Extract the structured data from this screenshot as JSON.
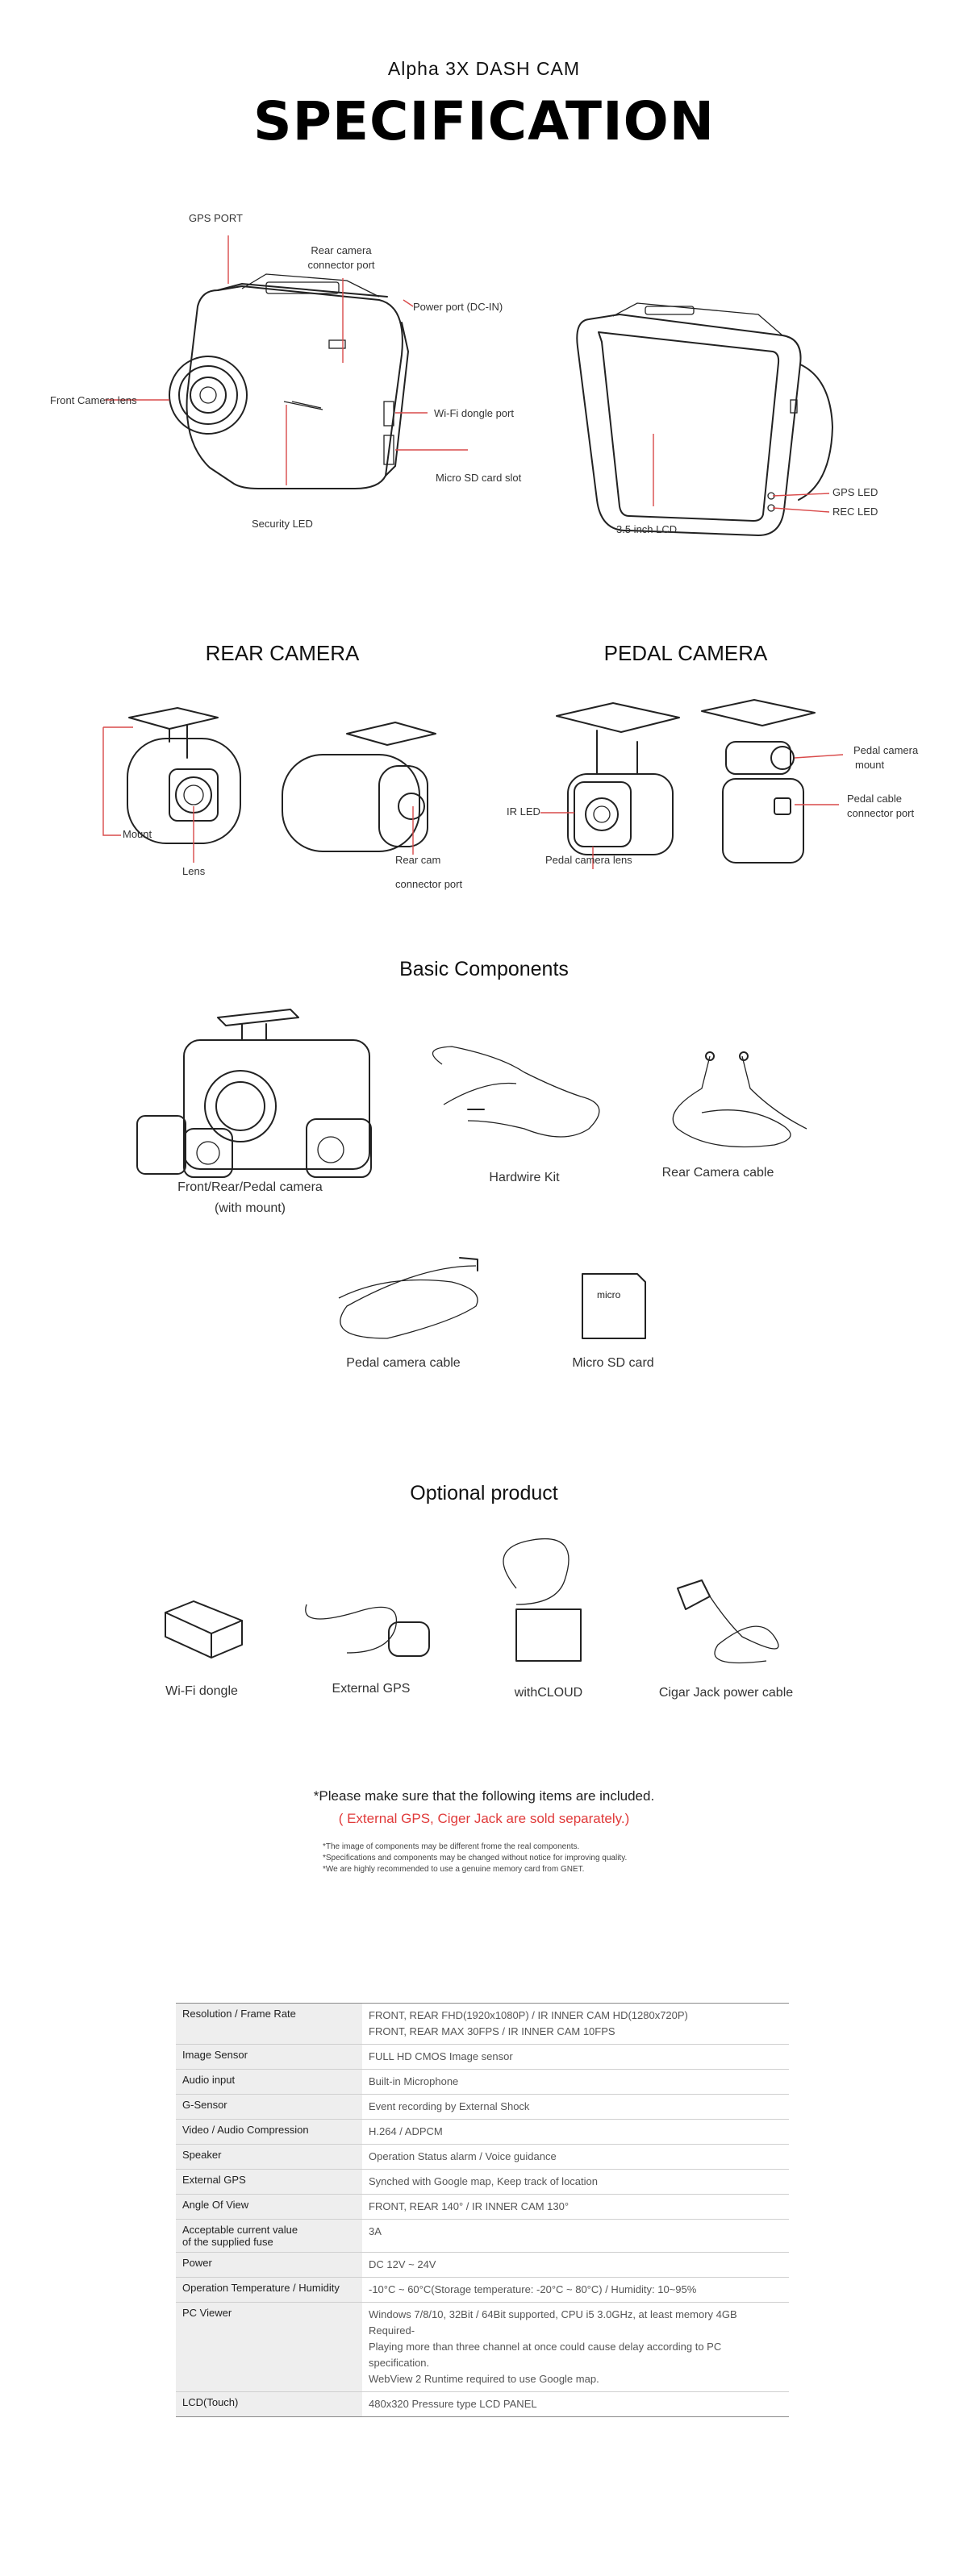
{
  "header": {
    "subtitle": "Alpha 3X DASH CAM",
    "title": "SPECIFICATION"
  },
  "main_unit": {
    "callouts": {
      "gps_port": "GPS PORT",
      "rear_connector_1": "Rear camera",
      "rear_connector_2": "connector port",
      "power_port": "Power port (DC-IN)",
      "front_lens": "Front Camera lens",
      "wifi_port": "Wi-Fi dongle port",
      "sd_slot": "Micro SD card slot",
      "security_led": "Security LED",
      "gps_led": "GPS LED",
      "rec_led": "REC LED",
      "lcd": "3.5 inch LCD"
    }
  },
  "rear_camera": {
    "title": "REAR CAMERA",
    "callouts": {
      "mount": "Mount",
      "lens": "Lens",
      "connector_1": "Rear cam",
      "connector_2": "connector port"
    }
  },
  "pedal_camera": {
    "title": "PEDAL CAMERA",
    "callouts": {
      "ir_led": "IR LED",
      "lens": "Pedal camera lens",
      "mount_1": "Pedal camera",
      "mount_2": "mount",
      "cable_1": "Pedal cable",
      "cable_2": "connector port"
    }
  },
  "basic": {
    "title": "Basic Components",
    "items": {
      "cameras_1": "Front/Rear/Pedal camera",
      "cameras_2": "(with mount)",
      "hardwire": "Hardwire Kit",
      "rear_cable": "Rear Camera cable",
      "pedal_cable": "Pedal camera cable",
      "sd_card": "Micro SD card"
    }
  },
  "optional": {
    "title": "Optional product",
    "items": {
      "wifi": "Wi-Fi dongle",
      "gps": "External GPS",
      "cloud": "withCLOUD",
      "cigar": "Cigar Jack power cable"
    }
  },
  "notice": {
    "main": "*Please make sure that the following items are included.",
    "red": "( External GPS, Ciger Jack are sold separately.)",
    "notes": [
      "*The image of components may be different frome the real components.",
      "*Specifications and components may be changed without notice for improving quality.",
      "*We are highly recommended to use a genuine memory card from GNET."
    ]
  },
  "spec_table": {
    "rows": [
      {
        "key": "Resolution / Frame Rate",
        "lines": [
          "FRONT, REAR FHD(1920x1080P) / IR INNER CAM HD(1280x720P)",
          "FRONT, REAR MAX 30FPS / IR INNER CAM 10FPS"
        ]
      },
      {
        "key": "Image Sensor",
        "lines": [
          "FULL HD CMOS Image sensor"
        ]
      },
      {
        "key": "Audio input",
        "lines": [
          "Built-in Microphone"
        ]
      },
      {
        "key": "G-Sensor",
        "lines": [
          "Event recording by External Shock"
        ]
      },
      {
        "key": "Video / Audio Compression",
        "lines": [
          "H.264 / ADPCM"
        ]
      },
      {
        "key": "Speaker",
        "lines": [
          "Operation Status alarm / Voice guidance"
        ]
      },
      {
        "key": "External GPS",
        "lines": [
          "Synched with Google map, Keep track of location"
        ]
      },
      {
        "key": "Angle Of View",
        "lines": [
          "FRONT, REAR 140° / IR INNER CAM 130°"
        ]
      },
      {
        "key": "Acceptable current value\nof the supplied fuse",
        "lines": [
          "3A"
        ]
      },
      {
        "key": "Power",
        "lines": [
          "DC 12V ~ 24V"
        ]
      },
      {
        "key": "Operation Temperature / Humidity",
        "lines": [
          "-10°C ~ 60°C(Storage temperature: -20°C ~ 80°C) / Humidity: 10~95%"
        ]
      },
      {
        "key": "PC Viewer",
        "lines": [
          "Windows 7/8/10, 32Bit / 64Bit supported, CPU i5 3.0GHz, at least memory 4GB Required-",
          "Playing more than three channel at once could cause delay according to PC specification.",
          "WebView 2 Runtime required to use Google map."
        ]
      },
      {
        "key": "LCD(Touch)",
        "lines": [
          "480x320 Pressure type LCD PANEL"
        ]
      }
    ]
  }
}
